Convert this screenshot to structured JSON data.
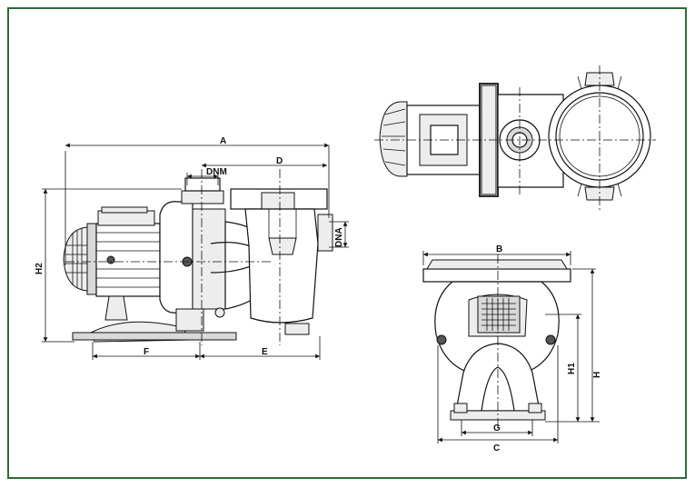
{
  "colors": {
    "frame": "#2f6b3a",
    "line": "#111111",
    "shade": "#d9d9d9"
  },
  "labels": {
    "A": "A",
    "D": "D",
    "DNM": "DNM",
    "DNA": "DNA",
    "H2": "H2",
    "F": "F",
    "E": "E",
    "B": "B",
    "H1": "H1",
    "H": "H",
    "G": "G",
    "C": "C"
  }
}
